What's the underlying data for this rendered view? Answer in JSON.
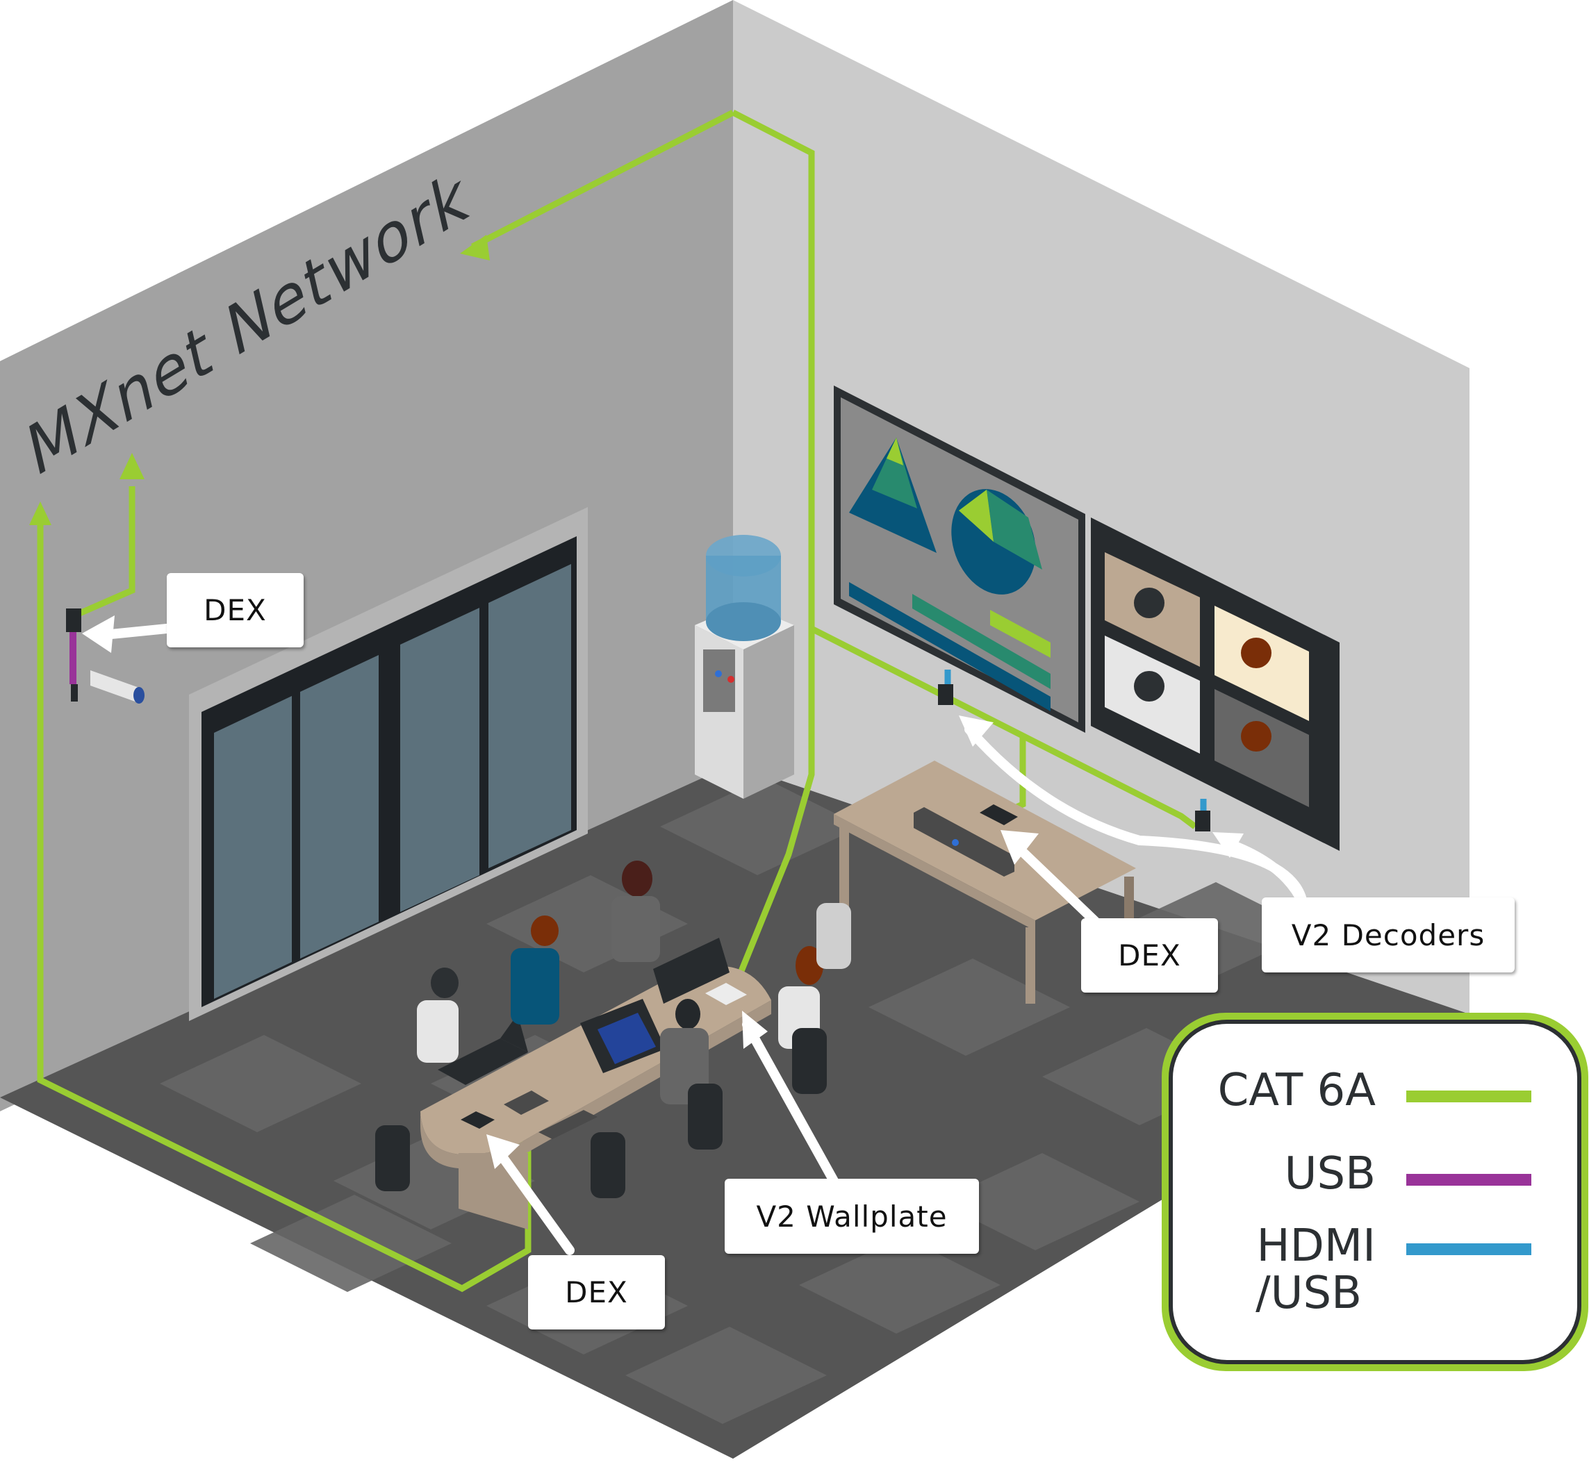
{
  "diagram": {
    "title": "MXnet Network",
    "callouts": [
      {
        "id": "dex-camera",
        "label": "DEX",
        "points_to": "camera DEX unit on left wall"
      },
      {
        "id": "dex-soundbar",
        "label": "DEX",
        "points_to": "DEX unit on credenza with soundbar"
      },
      {
        "id": "dex-table",
        "label": "DEX",
        "points_to": "DEX unit on conference table"
      },
      {
        "id": "v2-wallplate",
        "label": "V2 Wallplate",
        "points_to": "wallplate on conference table"
      },
      {
        "id": "v2-decoders",
        "label": "V2 Decoders",
        "points_to": "decoders under both displays"
      }
    ],
    "legend": {
      "items": [
        {
          "label": "CAT 6A",
          "color": "#9acd32"
        },
        {
          "label": "USB",
          "color": "#993399"
        },
        {
          "label": "HDMI\n/USB",
          "label_line1": "HDMI",
          "label_line2": "/USB",
          "color": "#3399cc"
        }
      ]
    },
    "colors": {
      "cable_cat6a": "#9acd32",
      "cable_usb": "#993399",
      "cable_hdmi": "#3399cc",
      "left_wall": "#a2a2a2",
      "right_wall": "#cbcbcb",
      "floor_dark": "#555555",
      "floor_light": "#666666",
      "outline": "#2c3033"
    },
    "scene_objects": [
      "security-camera",
      "glass-doors",
      "water-cooler",
      "presentation-display",
      "video-conference-display",
      "credenza",
      "soundbar-camera",
      "conference-table",
      "laptops",
      "conference-phone",
      "keyboard",
      "office-chairs",
      "people"
    ]
  }
}
